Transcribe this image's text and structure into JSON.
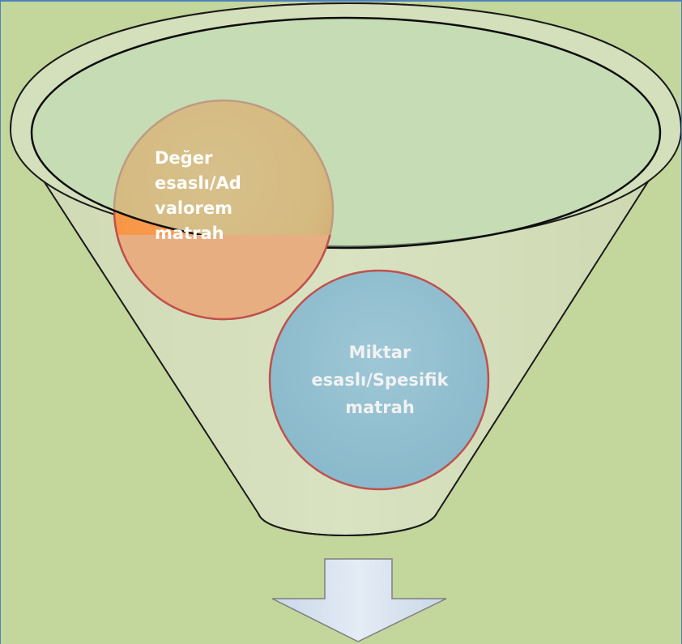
{
  "diagram": {
    "type": "funnel",
    "items": [
      {
        "lines": [
          "Değer",
          "esaslı/Ad",
          "valorem",
          "matrah"
        ],
        "color": "#f79646",
        "text_color": "#ffffff"
      },
      {
        "lines": [
          "Miktar",
          "esaslı/Spesifik",
          "matrah"
        ],
        "color": "#8fbccf",
        "text_color": "#f2f2f2"
      }
    ],
    "funnel_color": "#d7e4bd",
    "rim_color": "#c6dab8",
    "arrow_color": "#dbe5f1"
  }
}
